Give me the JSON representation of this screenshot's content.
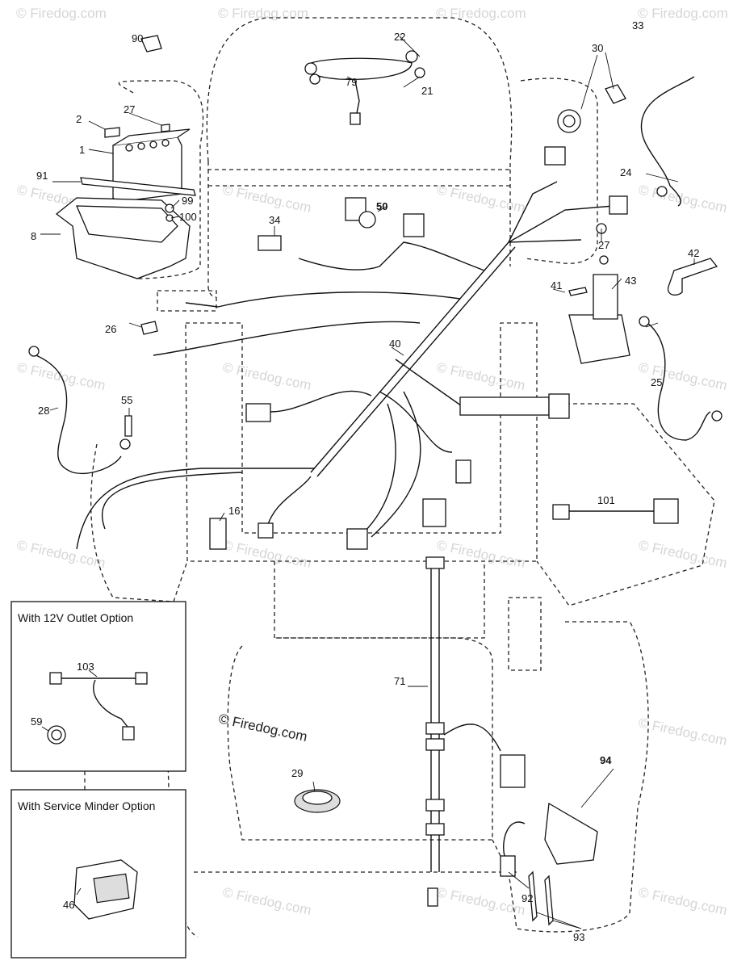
{
  "diagram": {
    "title": "Electrical Wiring Harness Parts Diagram",
    "watermark": "© Firedog.com",
    "callouts": [
      {
        "id": "c1",
        "label": "1"
      },
      {
        "id": "c2",
        "label": "2"
      },
      {
        "id": "c8",
        "label": "8"
      },
      {
        "id": "c16",
        "label": "16"
      },
      {
        "id": "c21",
        "label": "21"
      },
      {
        "id": "c22",
        "label": "22"
      },
      {
        "id": "c24",
        "label": "24"
      },
      {
        "id": "c25",
        "label": "25"
      },
      {
        "id": "c26",
        "label": "26"
      },
      {
        "id": "c27a",
        "label": "27"
      },
      {
        "id": "c27b",
        "label": "27"
      },
      {
        "id": "c28",
        "label": "28"
      },
      {
        "id": "c29",
        "label": "29"
      },
      {
        "id": "c30",
        "label": "30"
      },
      {
        "id": "c33",
        "label": "33"
      },
      {
        "id": "c34",
        "label": "34"
      },
      {
        "id": "c40",
        "label": "40"
      },
      {
        "id": "c41",
        "label": "41"
      },
      {
        "id": "c42",
        "label": "42"
      },
      {
        "id": "c43",
        "label": "43"
      },
      {
        "id": "c46",
        "label": "46"
      },
      {
        "id": "c50",
        "label": "50"
      },
      {
        "id": "c55",
        "label": "55"
      },
      {
        "id": "c59",
        "label": "59"
      },
      {
        "id": "c71",
        "label": "71"
      },
      {
        "id": "c79",
        "label": "79"
      },
      {
        "id": "c90",
        "label": "90"
      },
      {
        "id": "c91",
        "label": "91"
      },
      {
        "id": "c92",
        "label": "92"
      },
      {
        "id": "c93",
        "label": "93"
      },
      {
        "id": "c94",
        "label": "94"
      },
      {
        "id": "c99",
        "label": "99"
      },
      {
        "id": "c100",
        "label": "100"
      },
      {
        "id": "c101",
        "label": "101"
      },
      {
        "id": "c103",
        "label": "103"
      }
    ],
    "insets": [
      {
        "id": "outlet",
        "title": "With 12V Outlet Option"
      },
      {
        "id": "service",
        "title": "With Service Minder Option"
      }
    ]
  }
}
